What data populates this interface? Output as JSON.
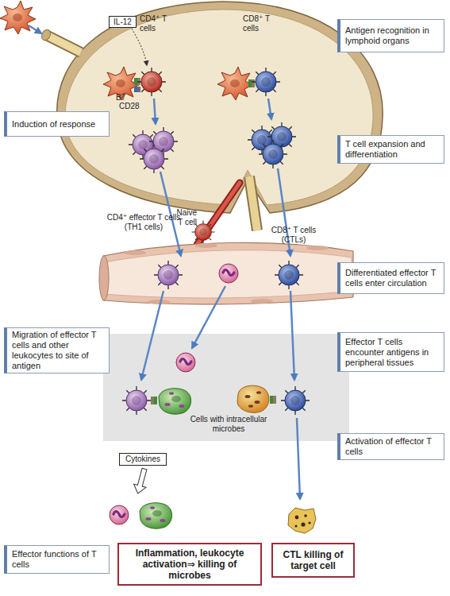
{
  "diagram": {
    "nodes": [
      {
        "text": [
          "IL-12"
        ]
      },
      {
        "text": [
          "Antigen recognition in lymphoid organs"
        ]
      },
      {
        "text": [
          "Induction of response"
        ]
      },
      {
        "text": [
          "T cell expansion and differentiation"
        ]
      },
      {
        "text": [
          "Differentiated effector T cells enter circulation"
        ]
      },
      {
        "text": [
          "Migration of effector T cells and other leukocytes to site of antigen"
        ]
      },
      {
        "text": [
          "Effector T cells encounter antigens in peripheral tissues"
        ]
      },
      {
        "text": [
          "Activation of effector T cells"
        ]
      },
      {
        "text": [
          "Cytokines"
        ]
      },
      {
        "text": [
          "Effector functions of T cells"
        ]
      },
      {
        "text": [
          "Inflammation, leukocyte activation⇒ killing of microbes"
        ]
      },
      {
        "text": [
          "CTL killing of target cell"
        ]
      }
    ],
    "labels": [
      "CD4⁺ T cells",
      "CD8⁺ T cells",
      "B7",
      "CD28",
      "CD4⁺ effector T cells (TH1 cells)",
      "Naive T cell",
      "CD8⁺ T cells (CTLs)",
      "Cells with intracellular microbes"
    ]
  }
}
